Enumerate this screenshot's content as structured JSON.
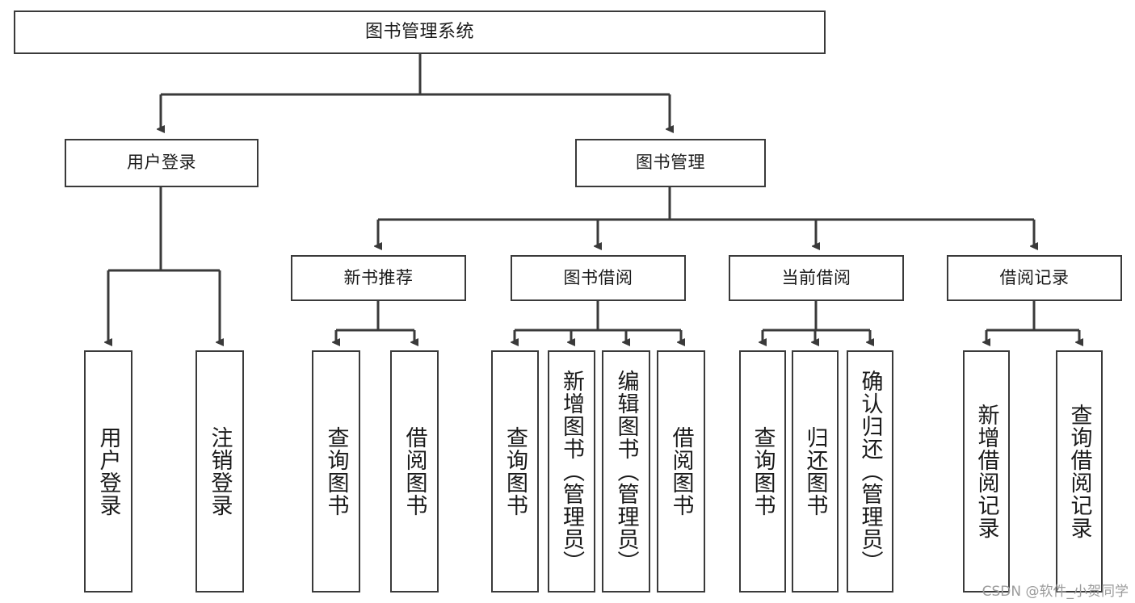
{
  "diagram": {
    "title": "图书管理系统",
    "type": "tree-hierarchy",
    "colors": {
      "box_border": "#3a3a3a",
      "box_fill": "#ffffff",
      "edge": "#3a3a3a",
      "text": "#1a1a1a",
      "watermark": "#9b9b9b",
      "background": "#ffffff"
    },
    "root": {
      "label": "图书管理系统"
    },
    "level2": [
      {
        "label": "用户登录"
      },
      {
        "label": "图书管理"
      }
    ],
    "level3": [
      {
        "label": "新书推荐"
      },
      {
        "label": "图书借阅"
      },
      {
        "label": "当前借阅"
      },
      {
        "label": "借阅记录"
      }
    ],
    "leaves": {
      "user_login": [
        {
          "label": "用户登录"
        },
        {
          "label": "注销登录"
        }
      ],
      "new_book_recommend": [
        {
          "label": "查询图书"
        },
        {
          "label": "借阅图书"
        }
      ],
      "book_borrow": [
        {
          "label": "查询图书"
        },
        {
          "label": "新增图书（管理员）"
        },
        {
          "label": "编辑图书（管理员）"
        },
        {
          "label": "借阅图书"
        }
      ],
      "current_borrow": [
        {
          "label": "查询图书"
        },
        {
          "label": "归还图书"
        },
        {
          "label": "确认归还（管理员）"
        }
      ],
      "borrow_record": [
        {
          "label": "新增借阅记录"
        },
        {
          "label": "查询借阅记录"
        }
      ]
    }
  },
  "watermark": {
    "text": "CSDN @软件_小贺同学"
  }
}
